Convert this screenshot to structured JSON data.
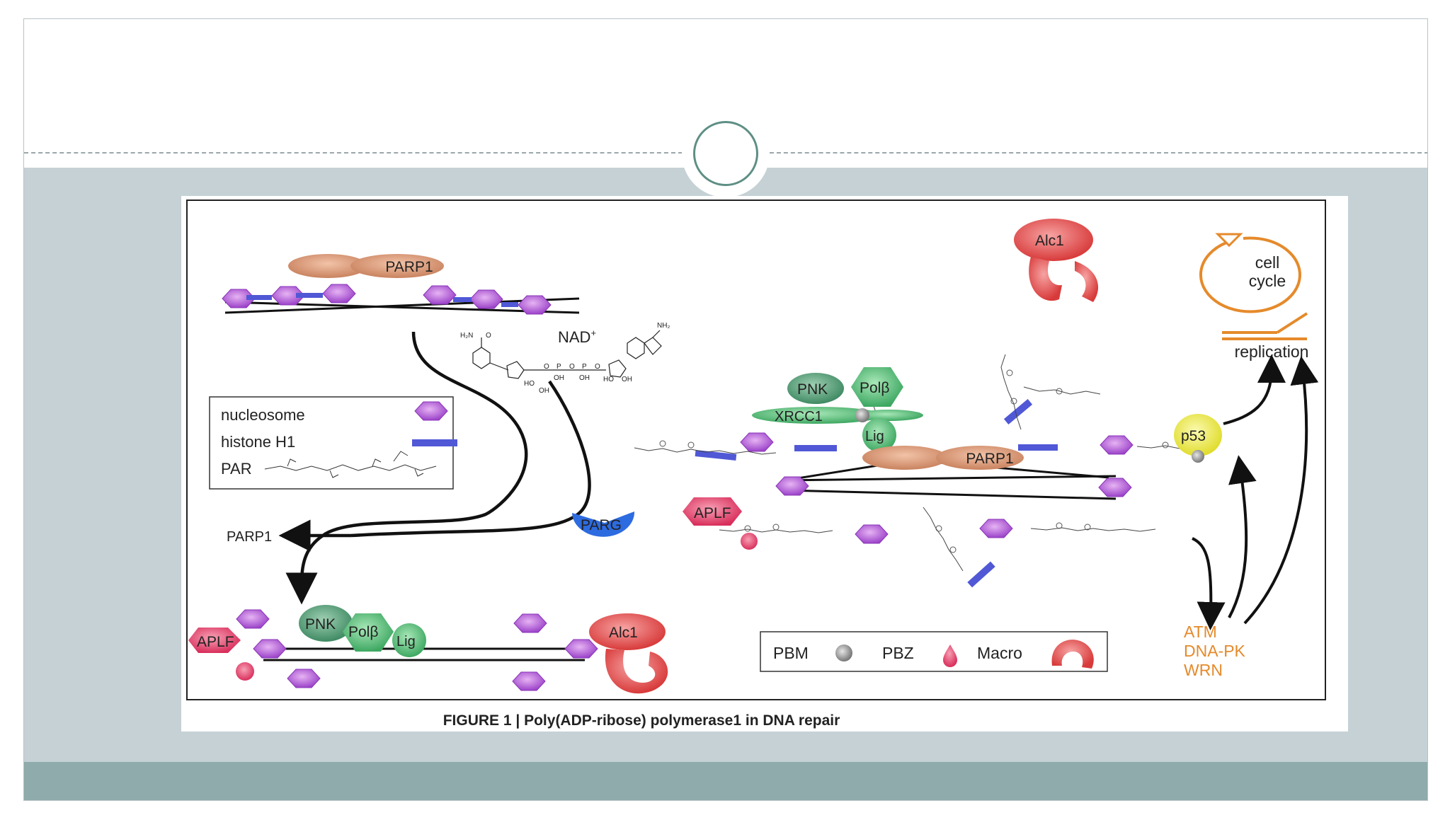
{
  "figure": {
    "caption": "FIGURE 1 | Poly(ADP-ribose) polymerase1 in DNA repair",
    "legend": {
      "nucleosome": "nucleosome",
      "histone": "histone H1",
      "par": "PAR"
    },
    "legend2": {
      "pbm": "PBM",
      "pbz": "PBZ",
      "macro": "Macro"
    },
    "labels": {
      "parp1_top": "PARP1",
      "nad": "NAD",
      "nad_sup": "+",
      "parp1_release": "PARP1",
      "parg": "PARG",
      "aplf_bottom": "APLF",
      "pnk_bottom": "PNK",
      "polb_bottom": "Polβ",
      "lig_bottom": "Lig",
      "alc1_bottom": "Alc1",
      "pnk_mid": "PNK",
      "polb_mid": "Polβ",
      "xrcc1": "XRCC1",
      "lig_mid": "Lig",
      "parp1_mid": "PARP1",
      "aplf_mid": "APLF",
      "alc1_top": "Alc1",
      "p53": "p53",
      "cell": "cell",
      "cycle": "cycle",
      "replication": "replication",
      "atm": "ATM",
      "dnapk": "DNA-PK",
      "wrn": "WRN"
    }
  },
  "colors": {
    "parp1": "#d99a78",
    "nucleosome": "#b266d9",
    "histone": "#5058d6",
    "aplf": "#e4506f",
    "alc1": "#e35a5a",
    "green": "#5dbf79",
    "pnk": "#5a9e7a",
    "parg": "#2d6be0",
    "p53": "#e9e64a",
    "orange": "#e58a2b",
    "band": "#c5d1d5",
    "footer": "#8fabac"
  }
}
